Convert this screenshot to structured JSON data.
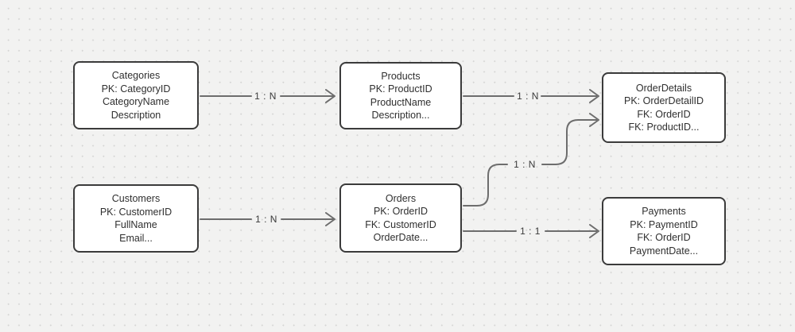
{
  "diagram": {
    "type": "entity-relationship",
    "nodes": [
      {
        "id": "categories",
        "title": "Categories",
        "fields": [
          "PK: CategoryID",
          "CategoryName",
          "Description"
        ]
      },
      {
        "id": "products",
        "title": "Products",
        "fields": [
          "PK: ProductID",
          "ProductName",
          "Description..."
        ]
      },
      {
        "id": "orderdetails",
        "title": "OrderDetails",
        "fields": [
          "PK: OrderDetailID",
          "FK: OrderID",
          "FK: ProductID..."
        ]
      },
      {
        "id": "customers",
        "title": "Customers",
        "fields": [
          "PK: CustomerID",
          "FullName",
          "Email..."
        ]
      },
      {
        "id": "orders",
        "title": "Orders",
        "fields": [
          "PK: OrderID",
          "FK: CustomerID",
          "OrderDate..."
        ]
      },
      {
        "id": "payments",
        "title": "Payments",
        "fields": [
          "PK: PaymentID",
          "FK: OrderID",
          "PaymentDate..."
        ]
      }
    ],
    "edges": [
      {
        "from": "Categories",
        "to": "Products",
        "label": "1 : N",
        "style": "straight"
      },
      {
        "from": "Products",
        "to": "OrderDetails",
        "label": "1 : N",
        "style": "straight"
      },
      {
        "from": "Customers",
        "to": "Orders",
        "label": "1 : N",
        "style": "straight"
      },
      {
        "from": "Orders",
        "to": "OrderDetails",
        "label": "1 : N",
        "style": "s-curve"
      },
      {
        "from": "Orders",
        "to": "Payments",
        "label": "1 : 1",
        "style": "straight"
      }
    ],
    "colors": {
      "canvas_background": "#f2f2f1",
      "grid_dot": "#d5d5d4",
      "node_fill": "#ffffff",
      "node_border": "#3b3b3b",
      "node_text": "#2f2f2f",
      "connector": "#6d6d6d",
      "label_text": "#3a3a3a"
    }
  }
}
